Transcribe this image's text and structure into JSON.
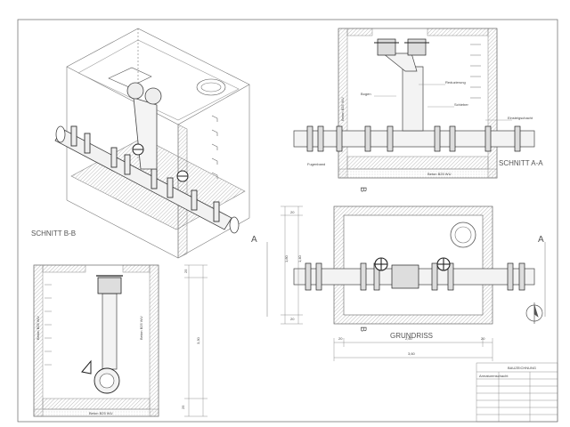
{
  "views": {
    "section_bb": "SCHNITT B-B",
    "section_aa": "SCHNITT A-A",
    "plan": "GRUNDRISS"
  },
  "section_markers": {
    "a_left": "A",
    "a_right": "A",
    "b_plan_top": "B",
    "b_plan_bottom": "B"
  },
  "dimensions": {
    "plan_width_outer": "3,60",
    "plan_width_inner": "2,60",
    "plan_wall_left": "20",
    "plan_wall_right": "20",
    "plan_height_inner": "1,40",
    "plan_height_outer": "1,80",
    "plan_height_top": "20",
    "plan_height_bottom": "20",
    "bb_height_total": "3,30",
    "bb_height_top": "25",
    "bb_height_bottom": "25"
  },
  "annotations": {
    "aa_label_ground": "Fugenband",
    "aa_label_concrete": "Beton B25 WU",
    "aa_label_wall": "Beton B25 WU",
    "aa_label_top": "Einsteigschacht",
    "bb_label_wall_left": "Beton B25 WU",
    "bb_label_wall_right": "Beton B25 WU",
    "bb_label_floor": "Beton B25 WU"
  },
  "title_block": {
    "header": "BAUZEICHNUNG",
    "subheader": "Armaturenschacht"
  }
}
